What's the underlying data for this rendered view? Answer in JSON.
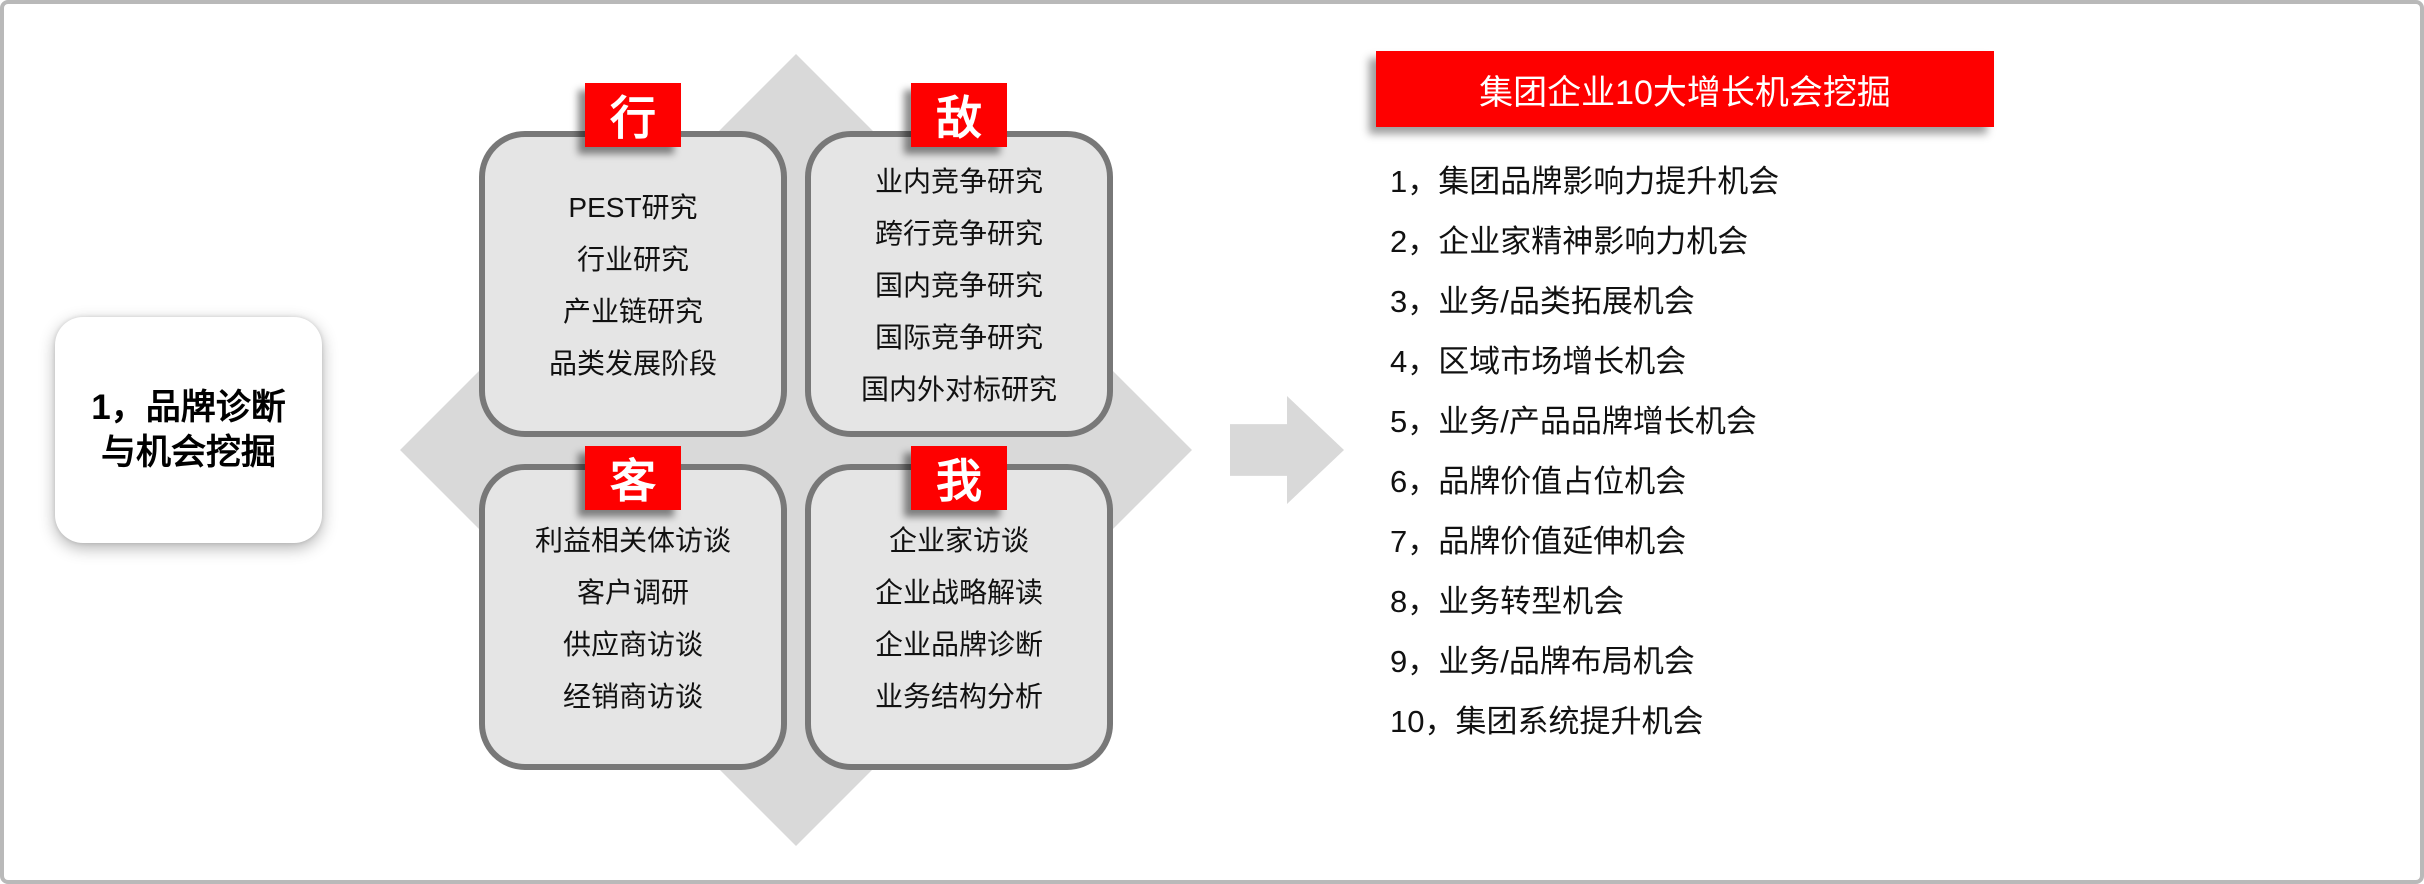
{
  "left_card": {
    "lines": [
      "1，品牌诊断",
      "与机会挖掘"
    ]
  },
  "quadrants": [
    {
      "tab": "行",
      "items": [
        "PEST研究",
        "行业研究",
        "产业链研究",
        "品类发展阶段"
      ]
    },
    {
      "tab": "敌",
      "items": [
        "业内竞争研究",
        "跨行竞争研究",
        "国内竞争研究",
        "国际竞争研究",
        "国内外对标研究"
      ]
    },
    {
      "tab": "客",
      "items": [
        "利益相关体访谈",
        "客户调研",
        "供应商访谈",
        "经销商访谈"
      ]
    },
    {
      "tab": "我",
      "items": [
        "企业家访谈",
        "企业战略解读",
        "企业品牌诊断",
        "业务结构分析"
      ]
    }
  ],
  "results": {
    "title": "集团企业10大增长机会挖掘",
    "items": [
      "1，集团品牌影响力提升机会",
      "2，企业家精神影响力机会",
      "3，业务/品类拓展机会",
      "4，区域市场增长机会",
      "5，业务/产品品牌增长机会",
      "6，品牌价值占位机会",
      "7，品牌价值延伸机会",
      "8，业务转型机会",
      "9，业务/品牌布局机会",
      "10，集团系统提升机会"
    ]
  },
  "colors": {
    "accent_red": "#fe0000",
    "quadrant_fill": "#e5e5e5",
    "quadrant_border": "#787878",
    "diamond_gray": "#d9d9d9",
    "frame_border": "#b9b9b9"
  }
}
